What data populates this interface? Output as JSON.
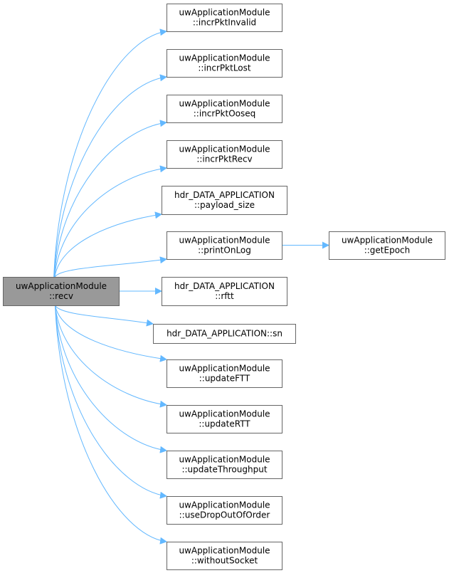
{
  "diagram": {
    "type": "call-graph",
    "colors": {
      "edge": "#63b8ff",
      "node_border": "#666666",
      "root_fill": "#999999",
      "node_fill": "#ffffff"
    },
    "root": {
      "id": "recv",
      "lines": [
        "uwApplicationModule",
        "::recv"
      ]
    },
    "nodes": [
      {
        "id": "incrPktInvalid",
        "lines": [
          "uwApplicationModule",
          "::incrPktInvalid"
        ]
      },
      {
        "id": "incrPktLost",
        "lines": [
          "uwApplicationModule",
          "::incrPktLost"
        ]
      },
      {
        "id": "incrPktOoseq",
        "lines": [
          "uwApplicationModule",
          "::incrPktOoseq"
        ]
      },
      {
        "id": "incrPktRecv",
        "lines": [
          "uwApplicationModule",
          "::incrPktRecv"
        ]
      },
      {
        "id": "payload_size",
        "lines": [
          "hdr_DATA_APPLICATION",
          "::payload_size"
        ]
      },
      {
        "id": "printOnLog",
        "lines": [
          "uwApplicationModule",
          "::printOnLog"
        ]
      },
      {
        "id": "rftt",
        "lines": [
          "hdr_DATA_APPLICATION",
          "::rftt"
        ]
      },
      {
        "id": "sn",
        "lines": [
          "hdr_DATA_APPLICATION::sn"
        ]
      },
      {
        "id": "updateFTT",
        "lines": [
          "uwApplicationModule",
          "::updateFTT"
        ]
      },
      {
        "id": "updateRTT",
        "lines": [
          "uwApplicationModule",
          "::updateRTT"
        ]
      },
      {
        "id": "updateThroughput",
        "lines": [
          "uwApplicationModule",
          "::updateThroughput"
        ]
      },
      {
        "id": "useDropOutOfOrder",
        "lines": [
          "uwApplicationModule",
          "::useDropOutOfOrder"
        ]
      },
      {
        "id": "withoutSocket",
        "lines": [
          "uwApplicationModule",
          "::withoutSocket"
        ]
      },
      {
        "id": "getEpoch",
        "lines": [
          "uwApplicationModule",
          "::getEpoch"
        ]
      }
    ],
    "edges": [
      {
        "from": "recv",
        "to": "incrPktInvalid"
      },
      {
        "from": "recv",
        "to": "incrPktLost"
      },
      {
        "from": "recv",
        "to": "incrPktOoseq"
      },
      {
        "from": "recv",
        "to": "incrPktRecv"
      },
      {
        "from": "recv",
        "to": "payload_size"
      },
      {
        "from": "recv",
        "to": "printOnLog"
      },
      {
        "from": "recv",
        "to": "rftt"
      },
      {
        "from": "recv",
        "to": "sn"
      },
      {
        "from": "recv",
        "to": "updateFTT"
      },
      {
        "from": "recv",
        "to": "updateRTT"
      },
      {
        "from": "recv",
        "to": "updateThroughput"
      },
      {
        "from": "recv",
        "to": "useDropOutOfOrder"
      },
      {
        "from": "recv",
        "to": "withoutSocket"
      },
      {
        "from": "printOnLog",
        "to": "getEpoch"
      }
    ]
  }
}
